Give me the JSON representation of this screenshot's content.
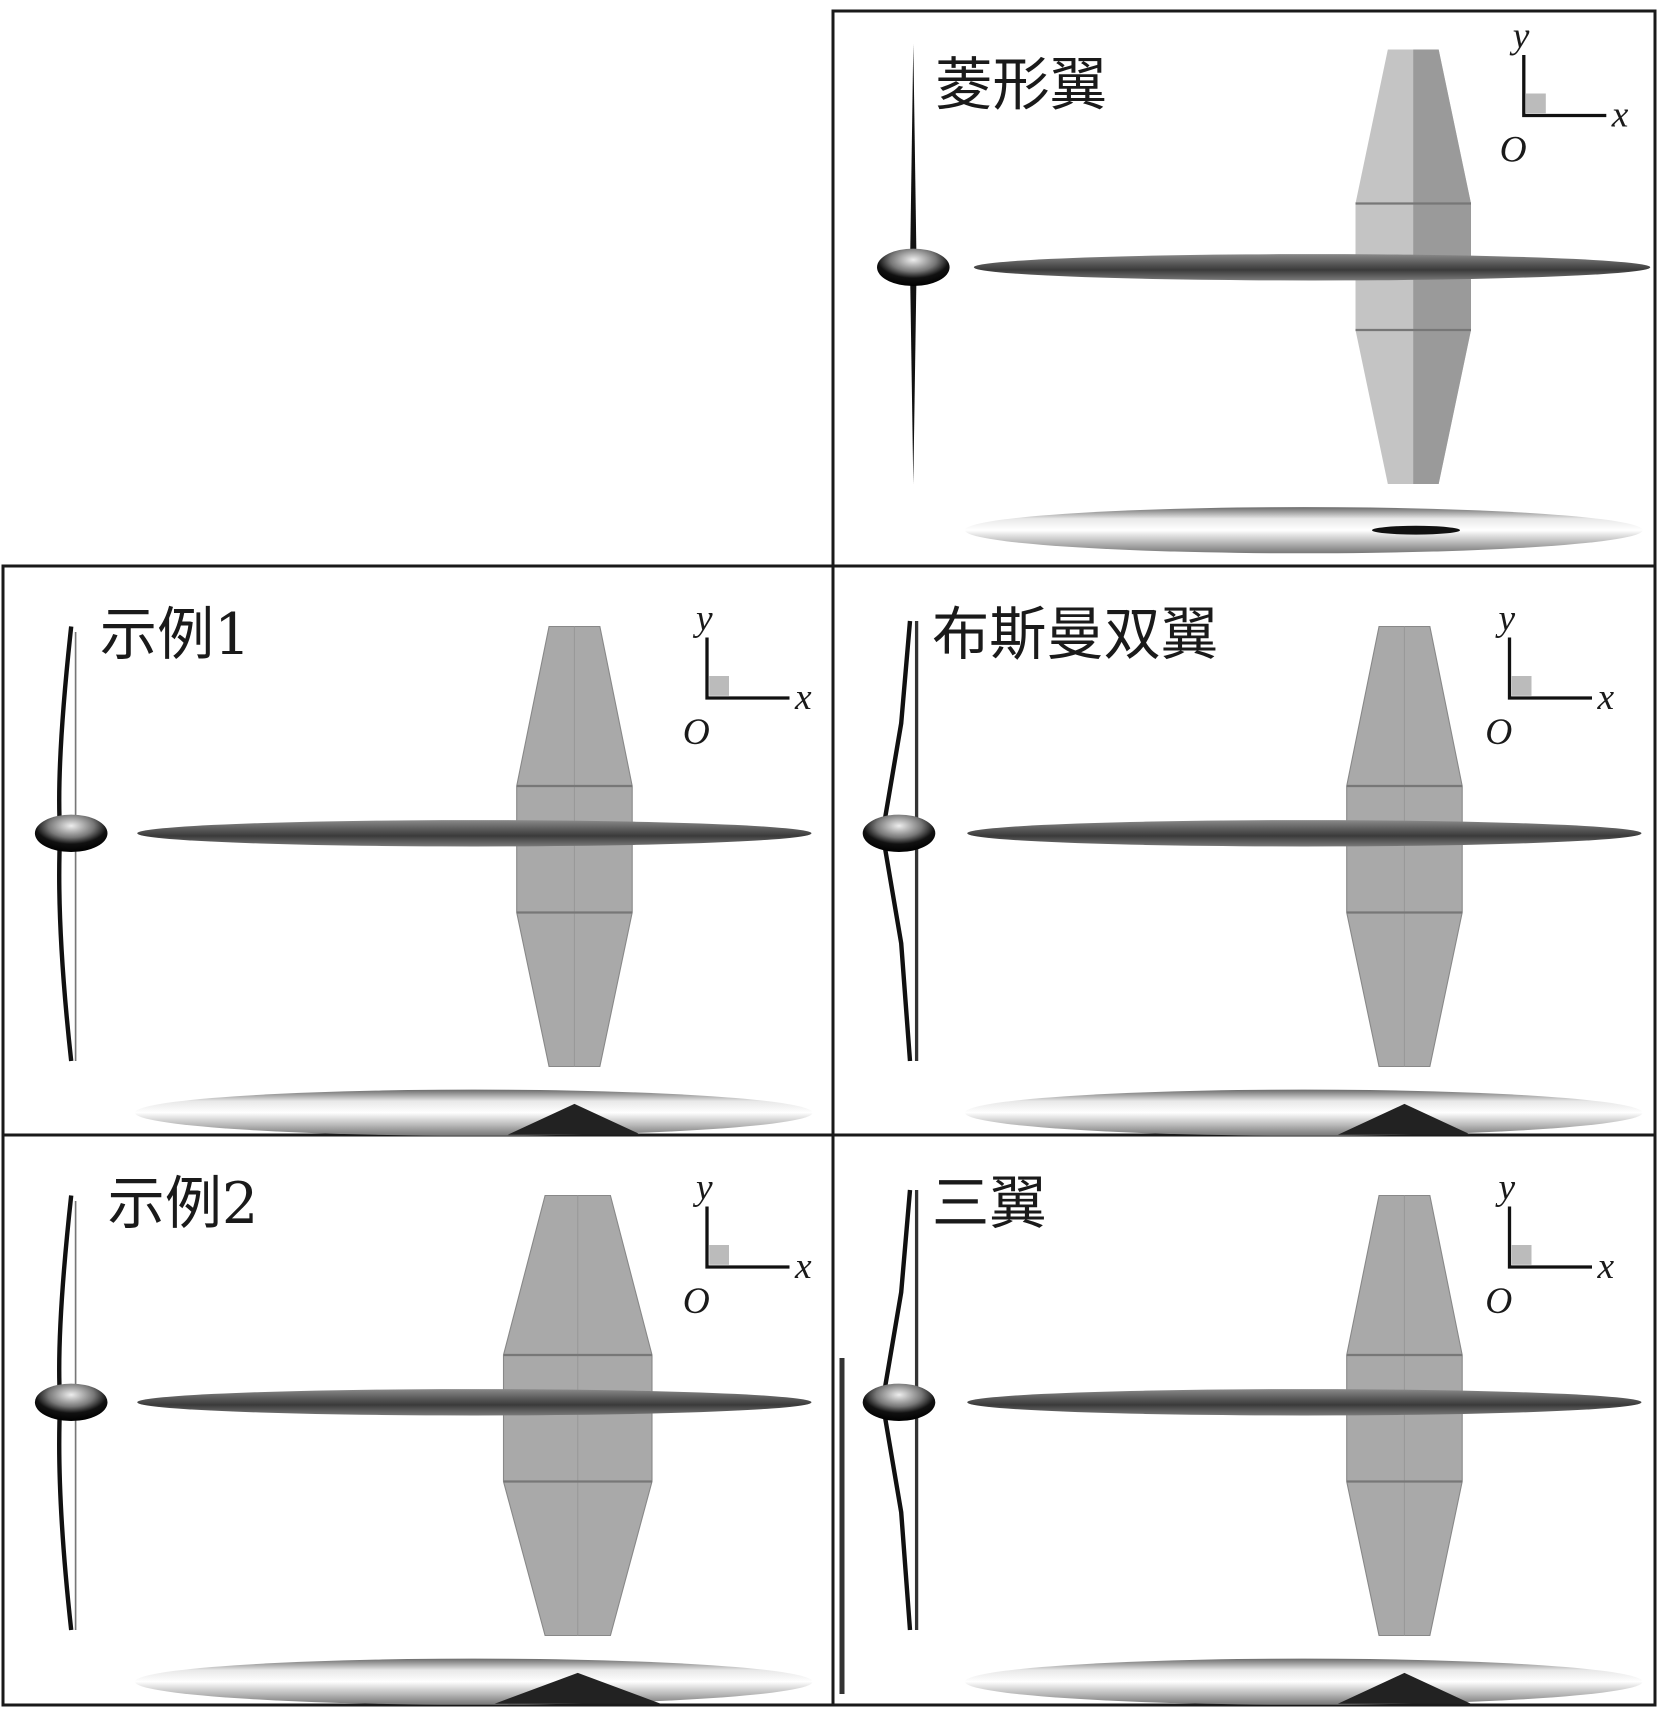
{
  "panels": [
    {
      "title": "菱形翼",
      "variant": "diamond"
    },
    {
      "title": "示例1",
      "variant": "example1"
    },
    {
      "title": "布斯曼双翼",
      "variant": "busemann"
    },
    {
      "title": "示例2",
      "variant": "example2"
    },
    {
      "title": "三翼",
      "variant": "triplane"
    }
  ],
  "axes": {
    "y": "y",
    "x": "x",
    "origin": "O"
  },
  "colors": {
    "frame": "#1a1a1a",
    "tail_light": "#c4c4c4",
    "tail_dark": "#9a9a9a",
    "tail_gray": "#a9a9a9",
    "body_dark": "#555555"
  }
}
